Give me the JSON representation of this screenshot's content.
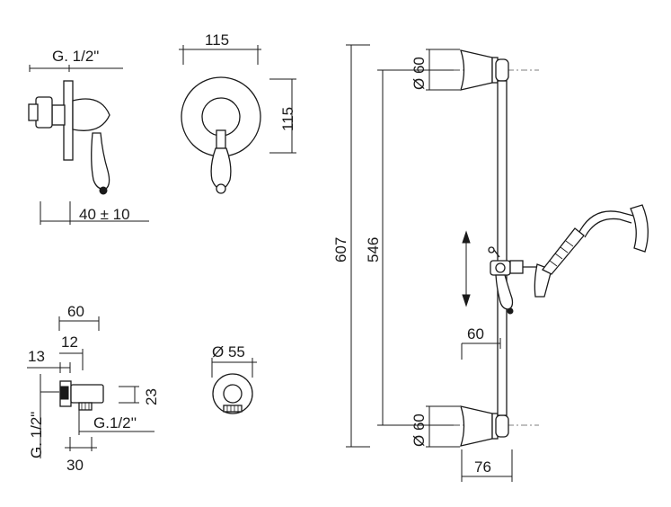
{
  "dimensions": {
    "g_half_top": "G. 1/2\"",
    "valve_width": "115",
    "valve_height": "115",
    "valve_depth": "40 ± 10",
    "outlet_width": "60",
    "outlet_12": "12",
    "outlet_13": "13",
    "outlet_23": "23",
    "outlet_g_left": "G. 1/2\"",
    "outlet_g_right": "G.1/2''",
    "outlet_30": "30",
    "outlet_dia": "Ø 55",
    "rail_total": "607",
    "rail_inner": "546",
    "bracket_top_dia": "Ø 60",
    "bracket_bottom_dia": "Ø 60",
    "bracket_offset": "60",
    "bracket_width": "76"
  }
}
